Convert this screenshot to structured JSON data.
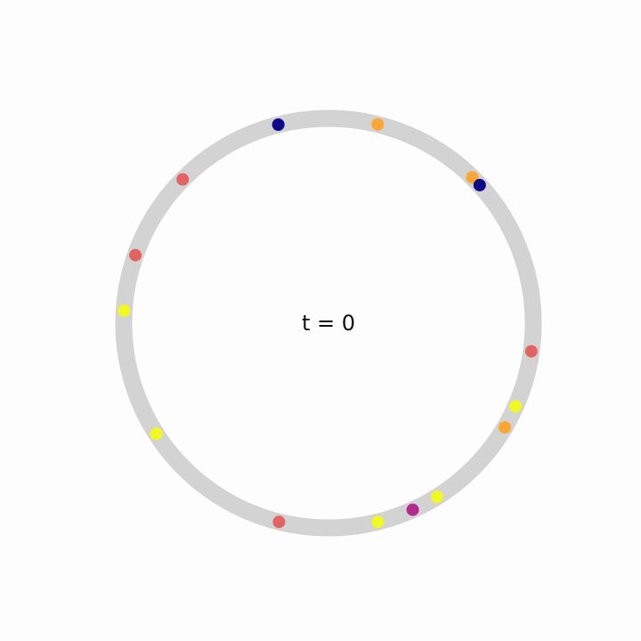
{
  "center_label": "t = 0",
  "colors": {
    "background": "#fdfdfd",
    "ring": "#d3d3d3",
    "text": "#111111"
  },
  "chart_data": {
    "type": "scatter",
    "description_free": true,
    "points": [
      {
        "angle_deg": 104.2,
        "color": "#0d0887"
      },
      {
        "angle_deg": 76.1,
        "color": "#fca636"
      },
      {
        "angle_deg": 45.4,
        "color": "#fca636"
      },
      {
        "angle_deg": 42.4,
        "color": "#0d0887"
      },
      {
        "angle_deg": 135.4,
        "color": "#e16462"
      },
      {
        "angle_deg": 160.6,
        "color": "#e16462"
      },
      {
        "angle_deg": 176.5,
        "color": "#f0f921"
      },
      {
        "angle_deg": 352.1,
        "color": "#e16462"
      },
      {
        "angle_deg": 336.0,
        "color": "#f0f921"
      },
      {
        "angle_deg": 329.4,
        "color": "#fca636"
      },
      {
        "angle_deg": 212.7,
        "color": "#f0f921"
      },
      {
        "angle_deg": 256.0,
        "color": "#e16462"
      },
      {
        "angle_deg": 283.9,
        "color": "#f0f921"
      },
      {
        "angle_deg": 294.3,
        "color": "#b12a90"
      },
      {
        "angle_deg": 302.0,
        "color": "#f0f921"
      }
    ]
  }
}
